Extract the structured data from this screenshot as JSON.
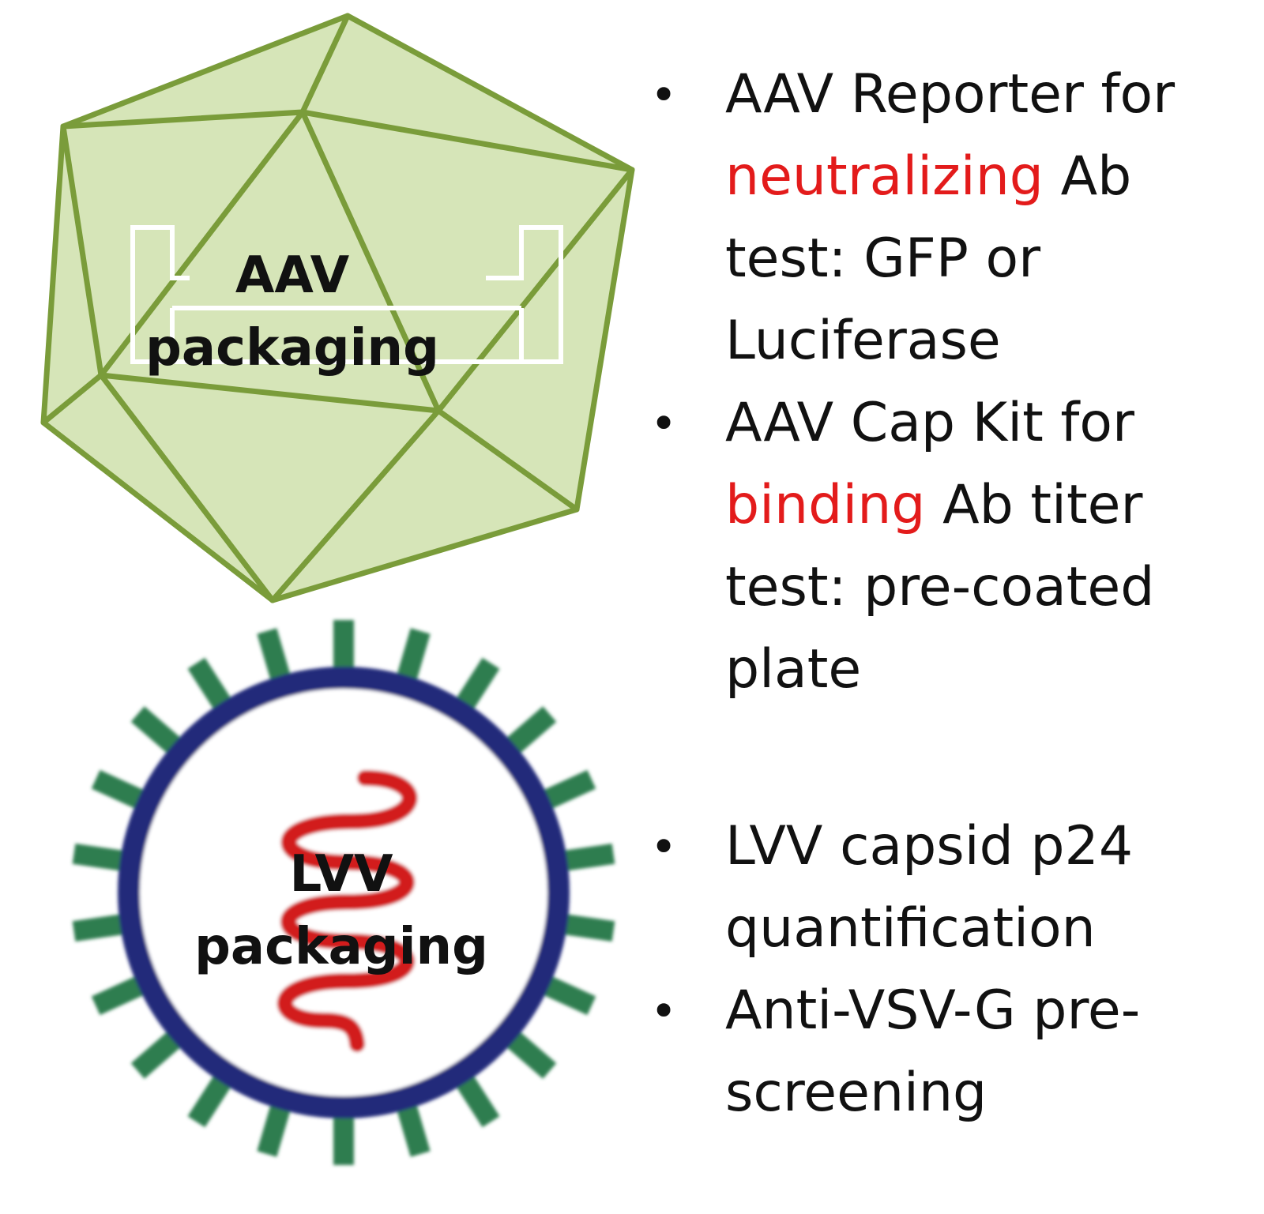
{
  "aav": {
    "label_line1": "AAV",
    "label_line2": "packaging",
    "fill_color": "#d6e5b8",
    "edge_color": "#7a9c3a",
    "bullets": [
      {
        "prefix": "AAV Reporter for ",
        "highlight": "neutralizing",
        "suffix": " Ab test: GFP or Luciferase"
      },
      {
        "prefix": "AAV Cap Kit for ",
        "highlight": "binding",
        "suffix": " Ab titer test: pre-coated plate"
      }
    ]
  },
  "lvv": {
    "label_line1": "LVV",
    "label_line2": "packaging",
    "envelope_color": "#232b7a",
    "spike_color": "#2e7d4f",
    "genome_color": "#d21f1f",
    "bullets": [
      {
        "text": "LVV capsid p24 quantification"
      },
      {
        "text": "Anti-VSV-G pre-screening"
      }
    ]
  },
  "colors": {
    "highlight": "#e31b1b",
    "text": "#111111"
  }
}
